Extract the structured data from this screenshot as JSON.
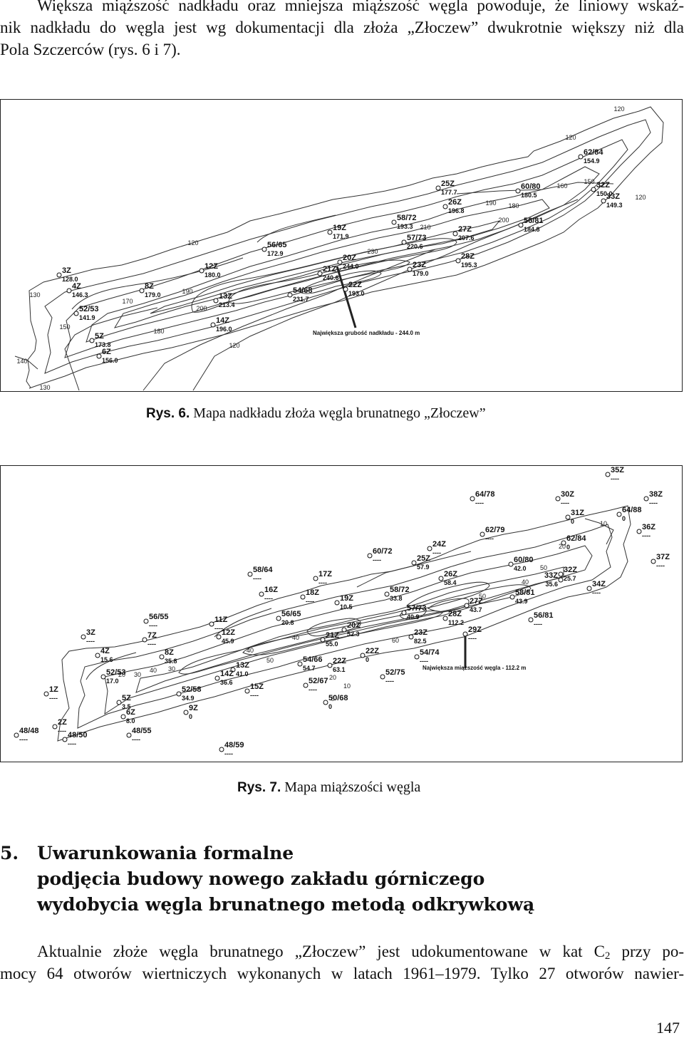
{
  "paragraph_top": {
    "line1": "Większa miąższość nadkładu oraz mniejsza miąższość węgla powoduje, że liniowy wskaź-",
    "line2": "nik nadkładu do węgla jest wg dokumentacji dla złoża „Złoczew” dwukrotnie większy niż dla",
    "line3": "Pola Szczerców (rys. 6 i 7)."
  },
  "figure6": {
    "caption_prefix": "Rys. 6.",
    "caption_text": " Mapa nadkładu złoża węgla brunatnego „Złoczew”",
    "annotation": "Największa grubość nadkładu - 244.0 m",
    "boreholes": [
      {
        "id": "3Z",
        "value": "128.0"
      },
      {
        "id": "4Z",
        "value": "146.3"
      },
      {
        "id": "52/53",
        "value": "141.9"
      },
      {
        "id": "5Z",
        "value": "173.8"
      },
      {
        "id": "6Z",
        "value": "156.0"
      },
      {
        "id": "8Z",
        "value": "179.0"
      },
      {
        "id": "12Z",
        "value": "180.0"
      },
      {
        "id": "13Z",
        "value": "213.4"
      },
      {
        "id": "14Z",
        "value": "196.0"
      },
      {
        "id": "56/65",
        "value": "172.9"
      },
      {
        "id": "54/68",
        "value": "231.7"
      },
      {
        "id": "19Z",
        "value": "171.9"
      },
      {
        "id": "21Z",
        "value": "240.6"
      },
      {
        "id": "20Z",
        "value": "244.0"
      },
      {
        "id": "22Z",
        "value": "193.0"
      },
      {
        "id": "58/72",
        "value": "193.3"
      },
      {
        "id": "57/73",
        "value": "220.6"
      },
      {
        "id": "23Z",
        "value": "179.0"
      },
      {
        "id": "25Z",
        "value": "177.7"
      },
      {
        "id": "26Z",
        "value": "196.8"
      },
      {
        "id": "27Z",
        "value": "207.6"
      },
      {
        "id": "28Z",
        "value": "195.3"
      },
      {
        "id": "60/80",
        "value": "180.5"
      },
      {
        "id": "56/81",
        "value": "184.8"
      },
      {
        "id": "62/84",
        "value": "154.9"
      },
      {
        "id": "32Z",
        "value": "150.0"
      },
      {
        "id": "33Z",
        "value": "149.3"
      }
    ],
    "isolines": [
      "130",
      "120",
      "150",
      "140",
      "170",
      "180",
      "190",
      "200",
      "120",
      "210",
      "230",
      "190",
      "180",
      "200",
      "160",
      "120",
      "150",
      "120",
      "130",
      "120"
    ]
  },
  "figure7": {
    "caption_prefix": "Rys. 7.",
    "caption_text": " Mapa miąższości węgla",
    "annotation": "Największa miąższość węgla - 112.2 m",
    "boreholes": [
      {
        "id": "35Z",
        "value": "----"
      },
      {
        "id": "64/78",
        "value": "----"
      },
      {
        "id": "30Z",
        "value": "----"
      },
      {
        "id": "38Z",
        "value": "----"
      },
      {
        "id": "31Z",
        "value": "0"
      },
      {
        "id": "64/88",
        "value": "0"
      },
      {
        "id": "36Z",
        "value": "----"
      },
      {
        "id": "62/79",
        "value": "----"
      },
      {
        "id": "62/84",
        "value": "0"
      },
      {
        "id": "24Z",
        "value": "----"
      },
      {
        "id": "60/72",
        "value": "----"
      },
      {
        "id": "25Z",
        "value": "57.9"
      },
      {
        "id": "26Z",
        "value": "58.4"
      },
      {
        "id": "60/80",
        "value": "42.0"
      },
      {
        "id": "32Z",
        "value": "25.7"
      },
      {
        "id": "37Z",
        "value": "----"
      },
      {
        "id": "33Z",
        "value": "35.6"
      },
      {
        "id": "34Z",
        "value": "----"
      },
      {
        "id": "58/64",
        "value": "----"
      },
      {
        "id": "17Z",
        "value": "----"
      },
      {
        "id": "16Z",
        "value": "----"
      },
      {
        "id": "18Z",
        "value": "----"
      },
      {
        "id": "19Z",
        "value": "10.5"
      },
      {
        "id": "58/72",
        "value": "33.8"
      },
      {
        "id": "57/73",
        "value": "40.9"
      },
      {
        "id": "58/81",
        "value": "43.9"
      },
      {
        "id": "56/81",
        "value": "----"
      },
      {
        "id": "27Z",
        "value": "43.7"
      },
      {
        "id": "28Z",
        "value": "112.2"
      },
      {
        "id": "29Z",
        "value": "----"
      },
      {
        "id": "56/55",
        "value": "----"
      },
      {
        "id": "11Z",
        "value": "----"
      },
      {
        "id": "56/65",
        "value": "20.8"
      },
      {
        "id": "20Z",
        "value": "52.3"
      },
      {
        "id": "21Z",
        "value": "55.0"
      },
      {
        "id": "23Z",
        "value": "82.5"
      },
      {
        "id": "3Z",
        "value": "----"
      },
      {
        "id": "7Z",
        "value": "----"
      },
      {
        "id": "12Z",
        "value": "45.9"
      },
      {
        "id": "22Z",
        "value": "0"
      },
      {
        "id": "54/74",
        "value": "----"
      },
      {
        "id": "4Z",
        "value": "15.6"
      },
      {
        "id": "8Z",
        "value": "35.8"
      },
      {
        "id": "13Z",
        "value": "41.0"
      },
      {
        "id": "54/66",
        "value": "54.7"
      },
      {
        "id": "22Z",
        "value": "63.1"
      },
      {
        "id": "52/75",
        "value": "----"
      },
      {
        "id": "52/53",
        "value": "17.0"
      },
      {
        "id": "14Z",
        "value": "36.6"
      },
      {
        "id": "15Z",
        "value": "----"
      },
      {
        "id": "52/67",
        "value": "----"
      },
      {
        "id": "1Z",
        "value": "----"
      },
      {
        "id": "52/58",
        "value": "34.9"
      },
      {
        "id": "5Z",
        "value": "3.5"
      },
      {
        "id": "50/68",
        "value": "0"
      },
      {
        "id": "6Z",
        "value": "8.0"
      },
      {
        "id": "9Z",
        "value": "0"
      },
      {
        "id": "2Z",
        "value": "----"
      },
      {
        "id": "48/48",
        "value": "----"
      },
      {
        "id": "48/50",
        "value": "----"
      },
      {
        "id": "48/55",
        "value": "----"
      },
      {
        "id": "48/59",
        "value": "----"
      }
    ],
    "isolines": [
      "10",
      "20",
      "40",
      "50",
      "50",
      "40",
      "60",
      "20",
      "30",
      "40",
      "30",
      "50",
      "40",
      "20",
      "10",
      "0"
    ]
  },
  "heading": {
    "number": "5.",
    "line1": "Uwarunkowania formalne",
    "line2": "podjęcia budowy nowego zakładu górniczego",
    "line3": "wydobycia węgla brunatnego metodą odkrywkową"
  },
  "paragraph_bottom": {
    "line1_a": "Aktualnie złoże węgla brunatnego „Złoczew” jest udokumentowane w kat C",
    "line1_sub": "2",
    "line1_b": " przy po-",
    "line2": "mocy 64 otworów wiertniczych wykonanych w latach 1961–1979. Tylko 27 otworów nawier-"
  },
  "page_number": "147"
}
